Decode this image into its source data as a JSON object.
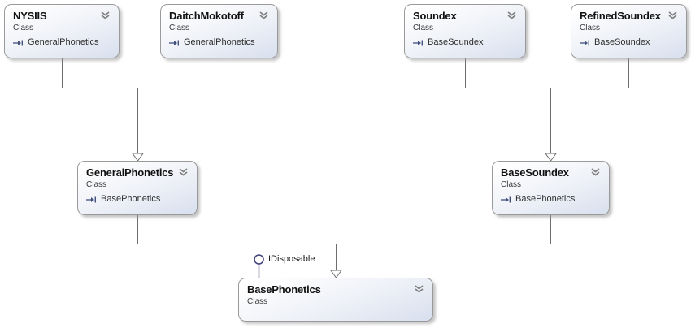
{
  "classes": [
    {
      "title": "NYSIIS",
      "kind": "Class",
      "base": "GeneralPhonetics"
    },
    {
      "title": "DaitchMokotoff",
      "kind": "Class",
      "base": "GeneralPhonetics"
    },
    {
      "title": "Soundex",
      "kind": "Class",
      "base": "BaseSoundex"
    },
    {
      "title": "RefinedSoundex",
      "kind": "Class",
      "base": "BaseSoundex"
    },
    {
      "title": "GeneralPhonetics",
      "kind": "Class",
      "base": "BasePhonetics"
    },
    {
      "title": "BaseSoundex",
      "kind": "Class",
      "base": "BasePhonetics"
    },
    {
      "title": "BasePhonetics",
      "kind": "Class"
    }
  ],
  "interfaces": [
    {
      "label": "IDisposable"
    }
  ],
  "icons": {
    "chevron": "collapse-double-chevron-down",
    "inherit": "inherits-arrow",
    "lollipop": "interface-lollipop",
    "triangle": "inheritance-hollow-triangle"
  },
  "colors": {
    "box_border": "#9a9a9a",
    "box_fill_top": "#ffffff",
    "box_fill_bottom": "#d8dfee",
    "connector": "#6e6e6e",
    "lollipop": "#45457e",
    "chevron": "#7f7f7f",
    "inherit_icon": "#41517c"
  }
}
